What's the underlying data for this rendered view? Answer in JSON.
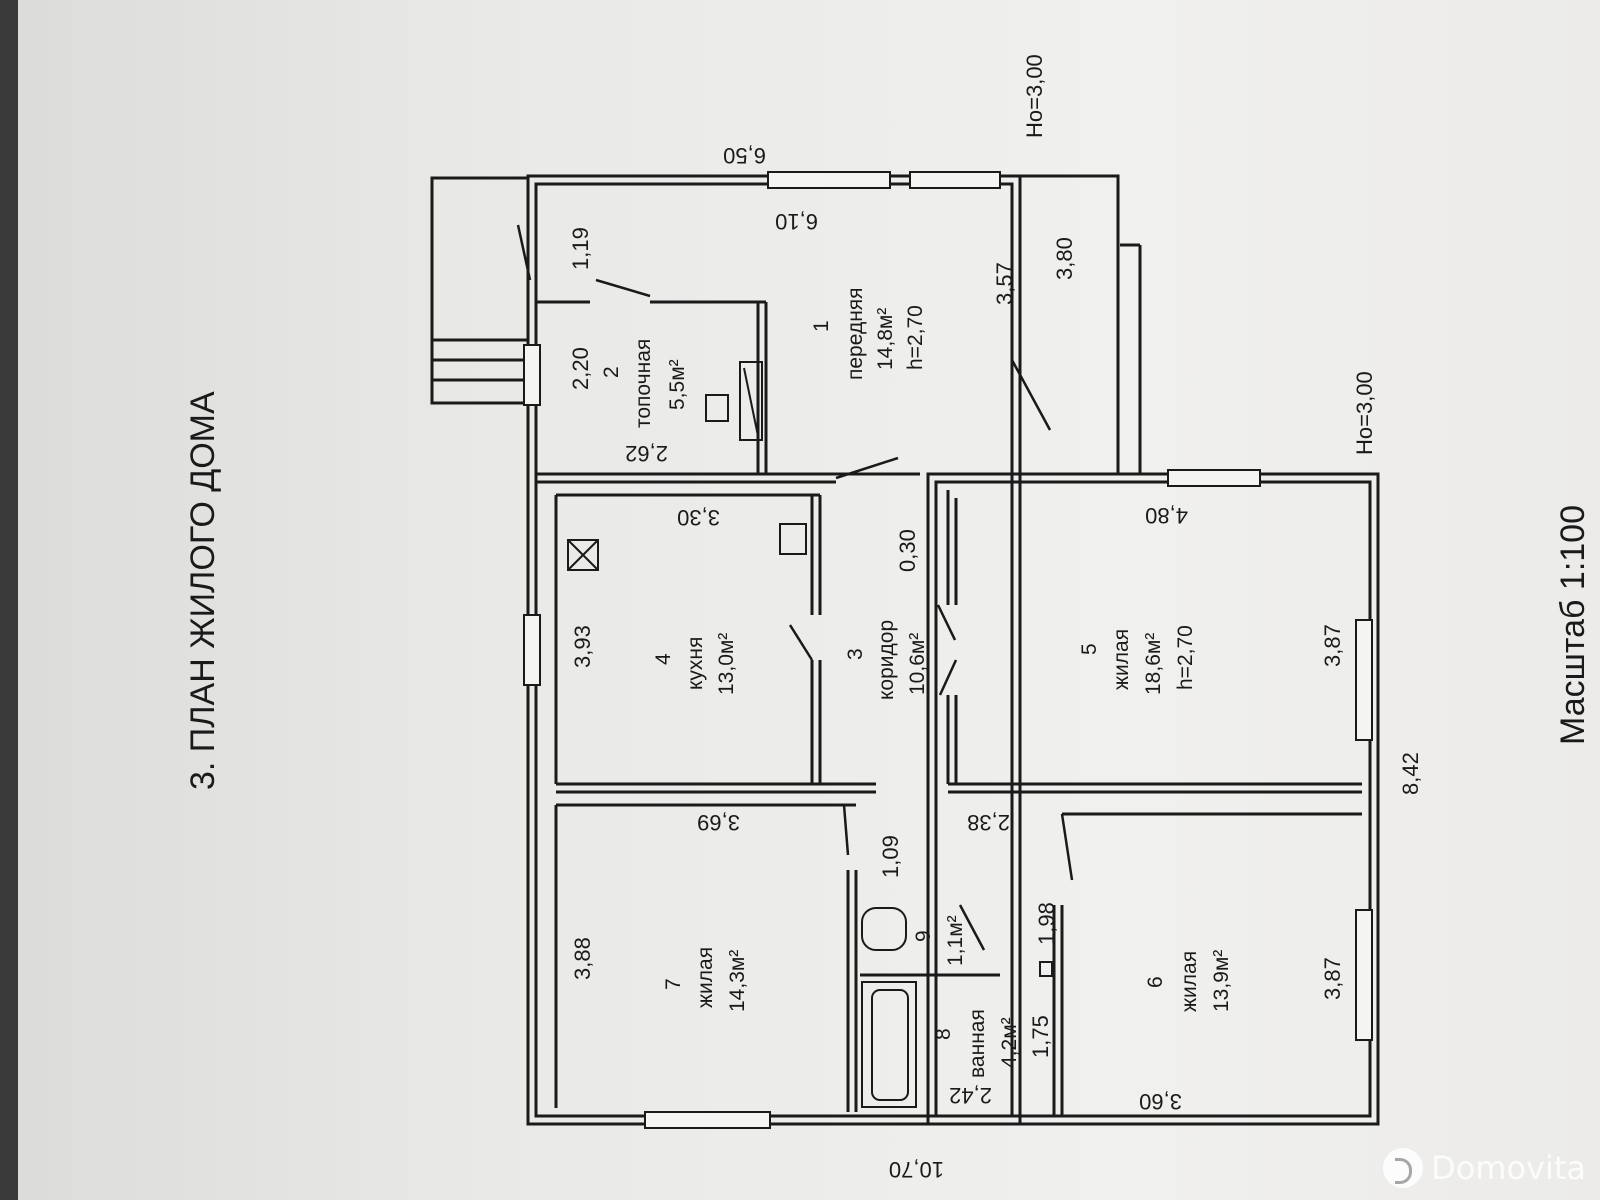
{
  "plan": {
    "title": "3. ПЛАН ЖИЛОГО ДОМА",
    "scale": "Масштаб 1:100",
    "height_outer": [
      "Но=3,00",
      "Но=3,00"
    ]
  },
  "dimensions": {
    "overall_right": "6,50",
    "overall_left": "10,70",
    "overall_bottom": "8,42",
    "front_outer": "3,80",
    "d_6_10": "6,10",
    "d_1_19": "1,19",
    "d_2_20": "2,20",
    "d_2_62": "2,62",
    "d_3_57": "3,57",
    "d_3_30": "3,30",
    "d_3_93": "3,93",
    "d_0_30": "0,30",
    "d_4_80": "4,80",
    "d_3_87_a": "3,87",
    "d_3_69": "3,69",
    "d_2_38": "2,38",
    "d_1_09": "1,09",
    "d_1_98": "1,98",
    "d_3_88": "3,88",
    "d_3_87_b": "3,87",
    "d_1_75": "1,75",
    "d_2_42": "2,42",
    "d_3_60": "3,60"
  },
  "rooms": [
    {
      "num": "1",
      "name": "передняя",
      "area": "14,8м²",
      "height": "h=2,70"
    },
    {
      "num": "2",
      "name": "топочная",
      "area": "5,5м²"
    },
    {
      "num": "3",
      "name": "коридор",
      "area": "10,6м²"
    },
    {
      "num": "4",
      "name": "кухня",
      "area": "13,0м²"
    },
    {
      "num": "5",
      "name": "жилая",
      "area": "18,6м²",
      "height": "h=2,70"
    },
    {
      "num": "6",
      "name": "жилая",
      "area": "13,9м²"
    },
    {
      "num": "7",
      "name": "жилая",
      "area": "14,3м²"
    },
    {
      "num": "8",
      "name": "ванная",
      "area": "4,2м²"
    },
    {
      "num": "9",
      "area": "1,1м²"
    }
  ],
  "watermark": "Domovita"
}
